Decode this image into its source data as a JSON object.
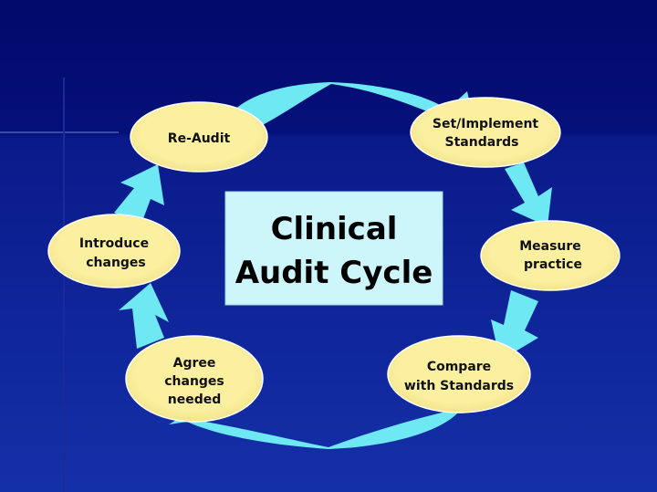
{
  "title": {
    "line1": "Clinical",
    "line2": "Audit Cycle"
  },
  "steps": [
    {
      "lines": [
        "Re-Audit"
      ]
    },
    {
      "lines": [
        "Set/Implement",
        "Standards"
      ]
    },
    {
      "lines": [
        "Measure",
        "practice"
      ]
    },
    {
      "lines": [
        "Compare",
        "with Standards"
      ]
    },
    {
      "lines": [
        "Agree",
        "changes",
        "needed"
      ]
    },
    {
      "lines": [
        "Introduce",
        "changes"
      ]
    }
  ],
  "colors": {
    "background": "#08107a",
    "node": "#fbf0a0",
    "arrow": "#6ee8f2",
    "center_box": "#cdf6fb"
  }
}
